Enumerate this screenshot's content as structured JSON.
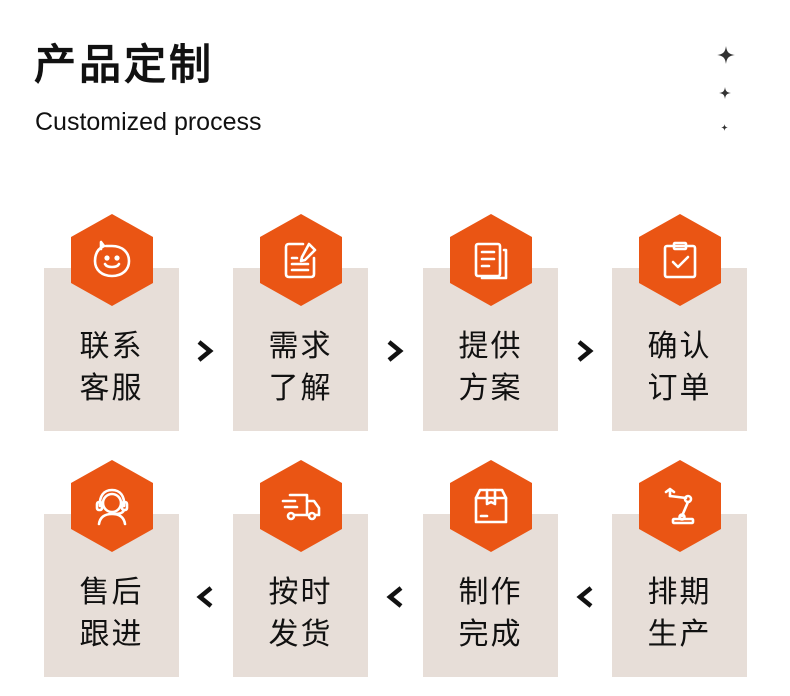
{
  "header": {
    "title": "产品定制",
    "subtitle": "Customized process"
  },
  "colors": {
    "accent": "#ea5514",
    "card_bg": "#e7ded8",
    "text": "#111111"
  },
  "steps": [
    {
      "line1": "联系",
      "line2": "客服",
      "icon": "chat-bubble-smile-icon"
    },
    {
      "line1": "需求",
      "line2": "了解",
      "icon": "document-edit-icon"
    },
    {
      "line1": "提供",
      "line2": "方案",
      "icon": "documents-stack-icon"
    },
    {
      "line1": "确认",
      "line2": "订单",
      "icon": "clipboard-check-icon"
    },
    {
      "line1": "排期",
      "line2": "生产",
      "icon": "robot-arm-icon"
    },
    {
      "line1": "制作",
      "line2": "完成",
      "icon": "package-box-icon"
    },
    {
      "line1": "按时",
      "line2": "发货",
      "icon": "delivery-truck-icon"
    },
    {
      "line1": "售后",
      "line2": "跟进",
      "icon": "headset-support-icon"
    }
  ]
}
